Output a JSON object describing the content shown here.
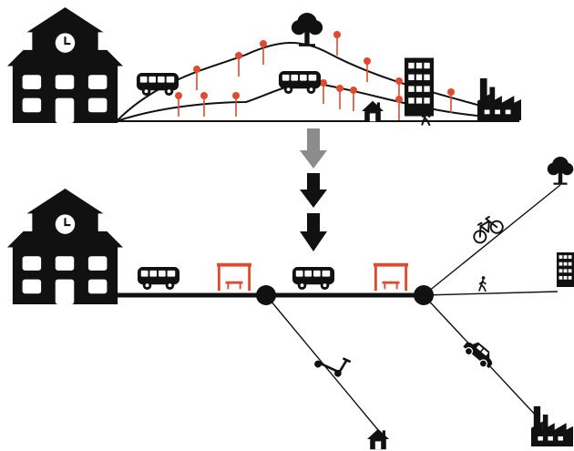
{
  "colors": {
    "ink": "#111111",
    "accent": "#e04a2f",
    "arrow_light": "#8c8c8c",
    "background": "#ffffff"
  },
  "top_scene": {
    "icons": [
      "school-icon",
      "bus-icon",
      "bus-icon",
      "tree-icon",
      "house-icon",
      "office-building-icon",
      "pedestrian-icon",
      "factory-icon",
      "bus-stop-pin-icon"
    ],
    "bus_stop_pin_count": 14
  },
  "transition": {
    "arrows": [
      {
        "icon": "arrow-down-icon",
        "tone": "light"
      },
      {
        "icon": "arrow-down-icon",
        "tone": "dark"
      },
      {
        "icon": "arrow-down-icon",
        "tone": "dark"
      }
    ]
  },
  "bottom_scene": {
    "trunk": {
      "icons": [
        "school-icon",
        "bus-icon",
        "bus-shelter-icon",
        "bus-icon",
        "bus-shelter-icon"
      ],
      "nodes": 2
    },
    "branches": [
      {
        "mode": "scooter-icon",
        "destination": "house-icon"
      },
      {
        "mode": "bicycle-icon",
        "destination": "tree-icon"
      },
      {
        "mode": "pedestrian-icon",
        "destination": "office-building-icon"
      },
      {
        "mode": "car-icon",
        "destination": "factory-icon"
      }
    ]
  }
}
